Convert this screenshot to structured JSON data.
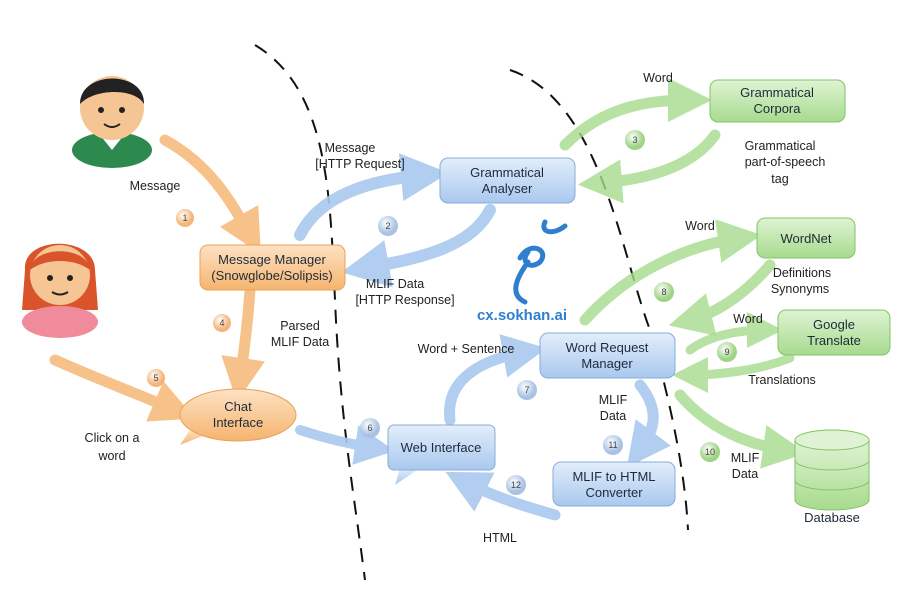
{
  "nodes": {
    "message_manager": [
      "Message Manager",
      "(Snowglobe/Solipsis)"
    ],
    "chat_interface": [
      "Chat",
      "Interface"
    ],
    "grammatical_analyser": [
      "Grammatical",
      "Analyser"
    ],
    "web_interface": "Web Interface",
    "word_request_manager": [
      "Word Request",
      "Manager"
    ],
    "mlif_converter": [
      "MLIF to HTML",
      "Converter"
    ],
    "grammatical_corpora": [
      "Grammatical",
      "Corpora"
    ],
    "wordnet": "WordNet",
    "google_translate": [
      "Google",
      "Translate"
    ],
    "database": "Database"
  },
  "labels": {
    "message_user": "Message",
    "click_word": [
      "Click on a",
      "word"
    ],
    "parsed_mlif": [
      "Parsed",
      "MLIF Data"
    ],
    "http_request": [
      "Message",
      "[HTTP Request]"
    ],
    "http_response": [
      "MLIF Data",
      "[HTTP Response]"
    ],
    "word_sentence": "Word + Sentence",
    "word_corpora": "Word",
    "pos_tag": [
      "Grammatical",
      "part-of-speech",
      "tag"
    ],
    "word_wordnet": "Word",
    "definitions": [
      "Definitions",
      "Synonyms"
    ],
    "word_translate": "Word",
    "translations": "Translations",
    "mlif_db": [
      "MLIF",
      "Data"
    ],
    "mlif_conv": [
      "MLIF",
      "Data"
    ],
    "html": "HTML"
  },
  "steps": [
    "1",
    "2",
    "3",
    "4",
    "5",
    "6",
    "7",
    "8",
    "9",
    "10",
    "11",
    "12"
  ],
  "watermark": "cx.sokhan.ai",
  "colors": {
    "orange": "#f9c68d",
    "blue": "#b9d3f0",
    "green": "#b8e3a4",
    "logo": "#2f7fd0"
  }
}
